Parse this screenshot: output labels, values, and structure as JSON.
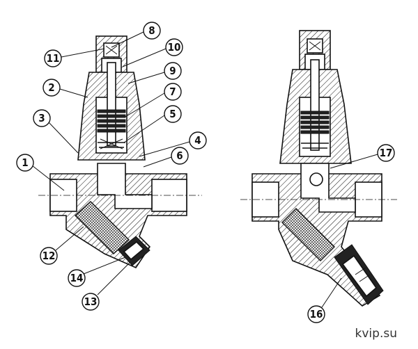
{
  "callouts": {
    "c1": "1",
    "c2": "2",
    "c3": "3",
    "c4": "4",
    "c5": "5",
    "c6": "6",
    "c7": "7",
    "c8": "8",
    "c9": "9",
    "c10": "10",
    "c11": "11",
    "c12": "12",
    "c13": "13",
    "c14": "14",
    "c16": "16",
    "c17": "17"
  },
  "watermark": "kvip.su"
}
